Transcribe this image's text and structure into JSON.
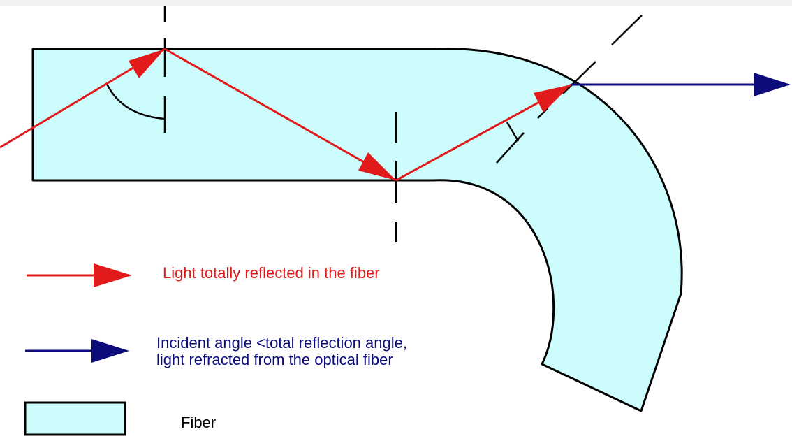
{
  "colors": {
    "fiber_fill": "#ccfcfc",
    "outline": "#000000",
    "reflected_ray": "#e11b1b",
    "refracted_ray": "#0c0c7a",
    "background_band": "#f1f1f1"
  },
  "legend": {
    "reflected_label": "Light totally reflected in the fiber",
    "refracted_label_line1": "Incident angle <total reflection angle,",
    "refracted_label_line2": "light refracted from the optical fiber",
    "fiber_label": "Fiber"
  },
  "icons": {
    "red_arrow": "red-arrow-icon",
    "blue_arrow": "blue-arrow-icon",
    "fiber_swatch": "fiber-swatch-icon"
  }
}
